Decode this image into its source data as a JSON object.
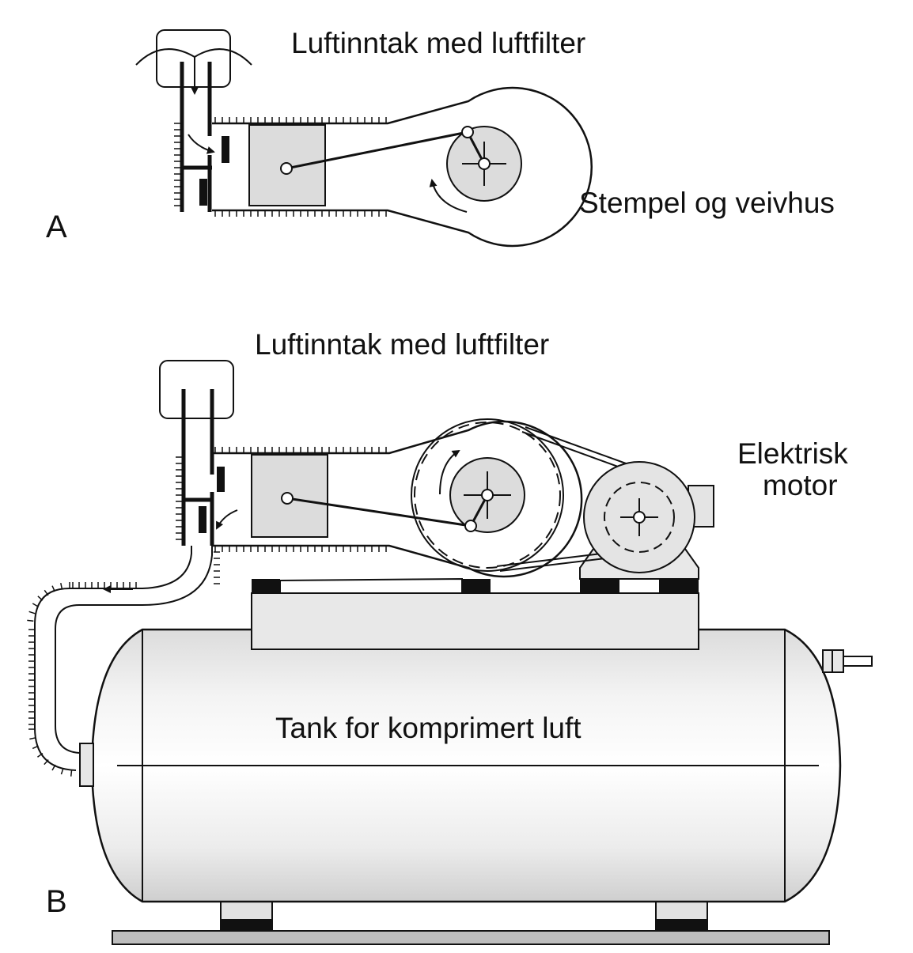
{
  "panels": {
    "a": {
      "letter": "A",
      "intake_label": "Luftinntak med luftfilter",
      "crank_label": "Stempel og veivhus"
    },
    "b": {
      "letter": "B",
      "intake_label": "Luftinntak med luftfilter",
      "motor_label_line1": "Elektrisk",
      "motor_label_line2": "motor",
      "tank_label": "Tank for komprimert luft"
    }
  },
  "colors": {
    "line": "#111111",
    "fill_light": "#e6e6e6",
    "fill_mid": "#d4d4d4",
    "background": "#ffffff"
  }
}
